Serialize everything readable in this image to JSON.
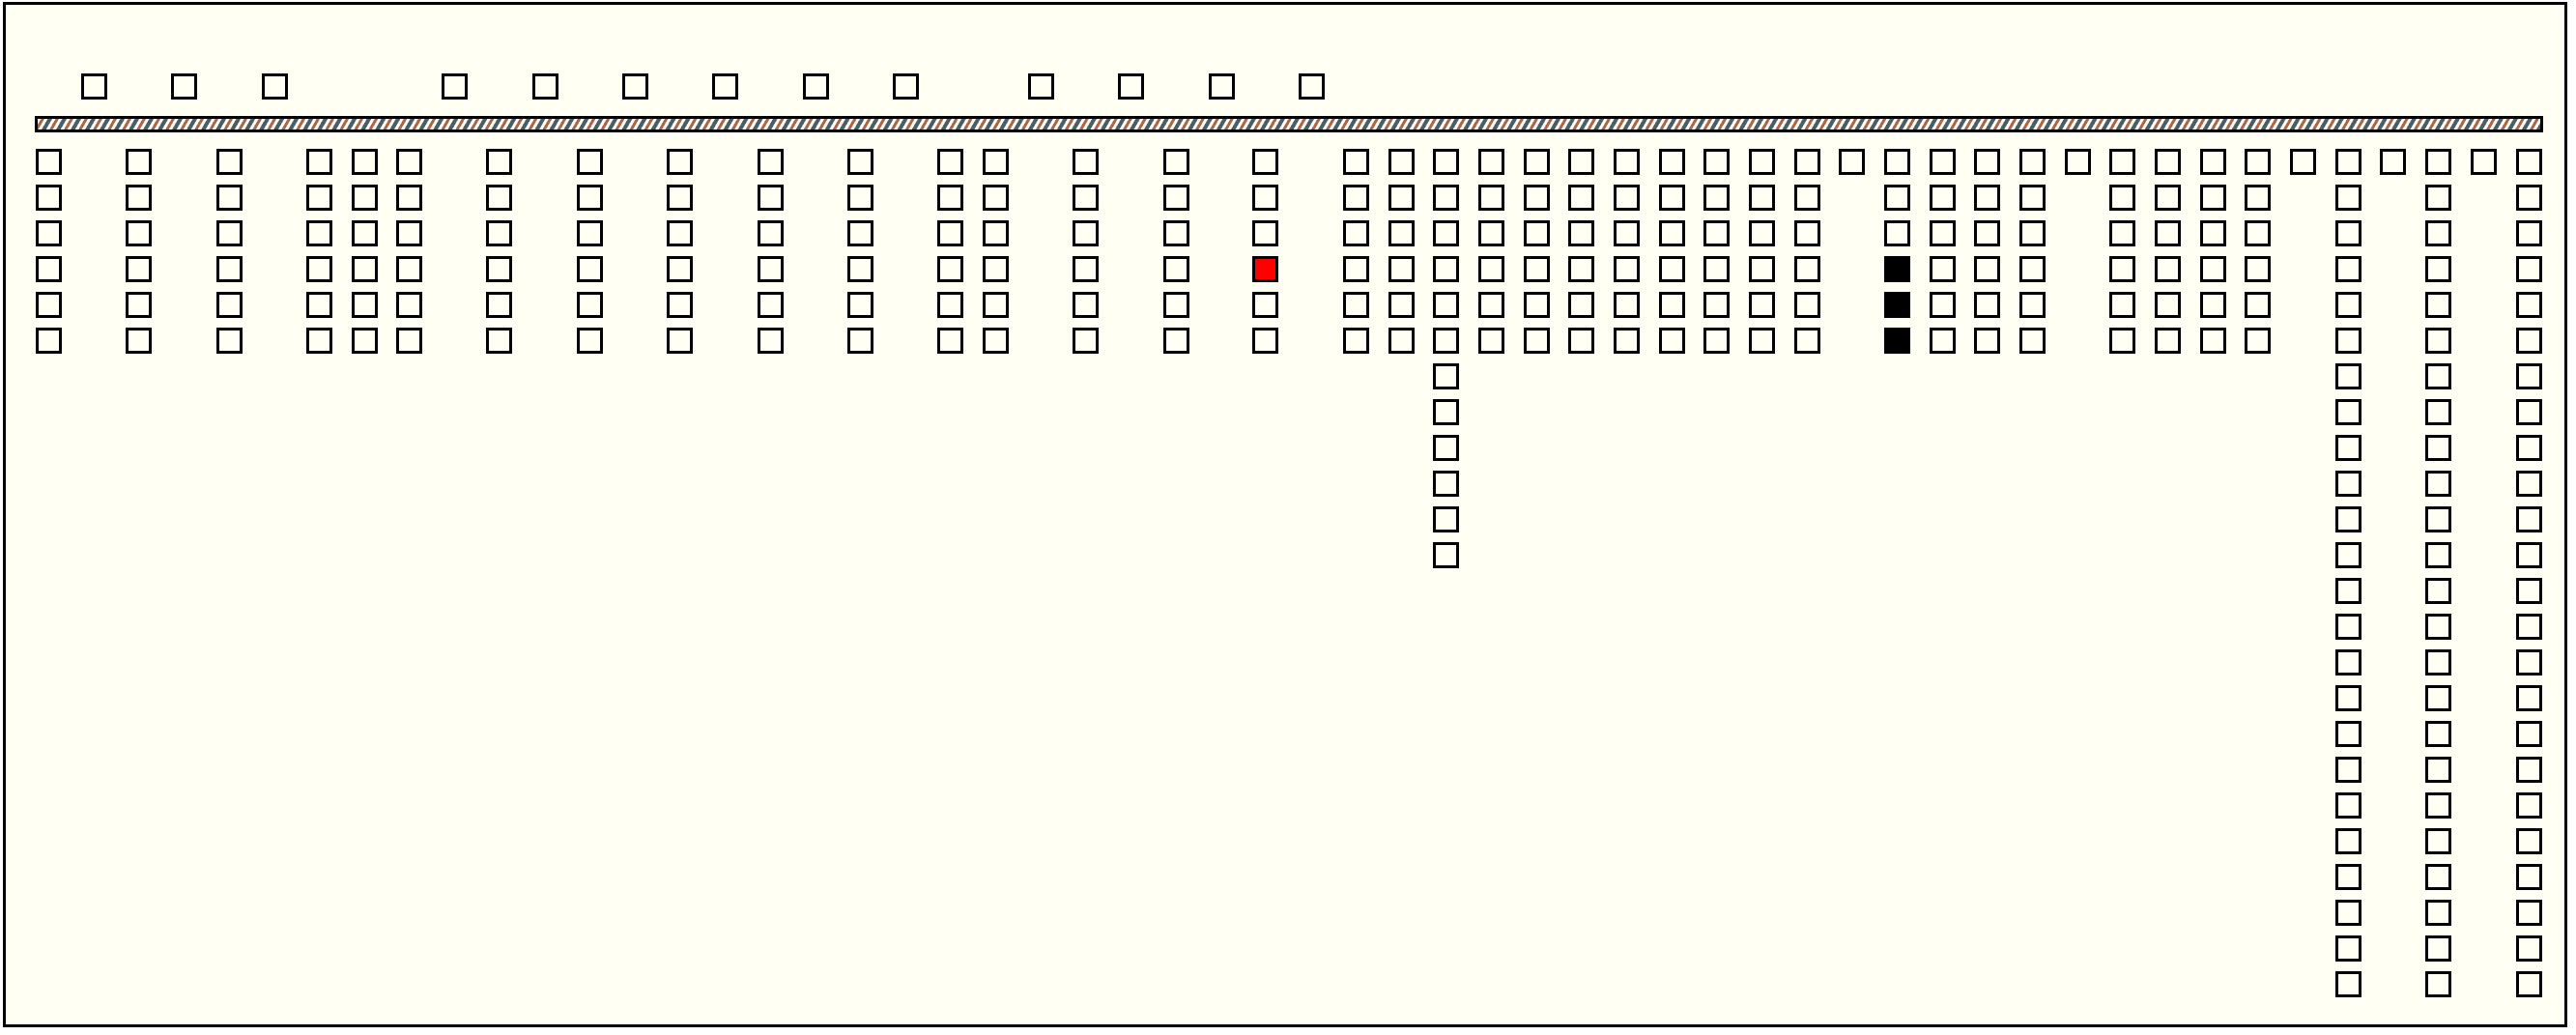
{
  "board": {
    "background_color": "#fffff3",
    "border_color": "#000000",
    "rail_colors": [
      "#b4643c",
      "#4a5f63",
      "#ffffff"
    ]
  },
  "cell_states": {
    "empty_color": "#fffff3",
    "filled_color": "#000000",
    "marked_color": "#ff0000"
  },
  "top_row": {
    "groups": [
      3,
      6,
      4
    ]
  },
  "columns": [
    {
      "count": 6
    },
    {
      "count": 6
    },
    {
      "count": 6
    },
    {
      "count": 6
    },
    {
      "count": 6
    },
    {
      "count": 6
    },
    {
      "count": 6
    },
    {
      "count": 6
    },
    {
      "count": 6
    },
    {
      "count": 6
    },
    {
      "count": 6
    },
    {
      "count": 6
    },
    {
      "count": 6
    },
    {
      "count": 6
    },
    {
      "count": 6
    },
    {
      "count": 6,
      "marked": [
        3
      ]
    },
    {
      "count": 6
    },
    {
      "count": 6
    },
    {
      "count": 12
    },
    {
      "count": 6
    },
    {
      "count": 6
    },
    {
      "count": 6
    },
    {
      "count": 6
    },
    {
      "count": 6
    },
    {
      "count": 6
    },
    {
      "count": 6
    },
    {
      "count": 6
    },
    {
      "count": 1
    },
    {
      "count": 6,
      "filled": [
        3,
        4,
        5
      ]
    },
    {
      "count": 6
    },
    {
      "count": 6
    },
    {
      "count": 6
    },
    {
      "count": 1
    },
    {
      "count": 6
    },
    {
      "count": 6
    },
    {
      "count": 6
    },
    {
      "count": 6
    },
    {
      "count": 1
    },
    {
      "count": 24
    },
    {
      "count": 1
    },
    {
      "count": 24
    },
    {
      "count": 1
    },
    {
      "count": 24
    }
  ]
}
